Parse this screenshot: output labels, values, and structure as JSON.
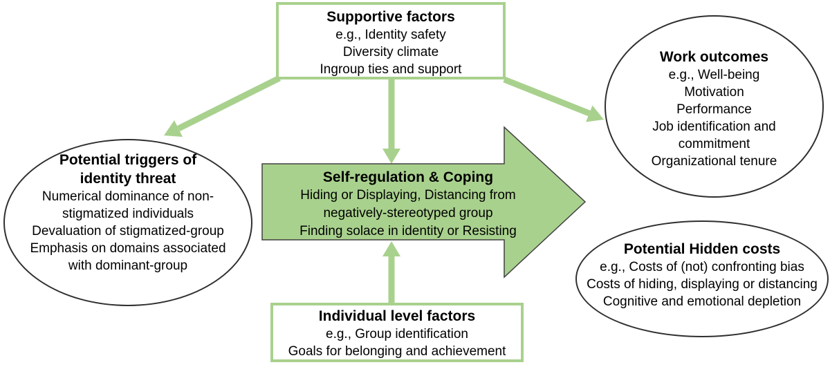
{
  "diagram": {
    "background": "#ffffff",
    "colors": {
      "connector_green": "#a9d18e",
      "node_border_green": "#a9d18e",
      "coping_arrow_fill": "#a9d18e",
      "coping_arrow_outline": "#404040",
      "ellipse_outline": "#2f2f2f",
      "text": "#000000"
    },
    "nodes": {
      "supportive_factors": {
        "title": "Supportive factors",
        "lines": [
          "e.g., Identity safety",
          "Diversity climate",
          "Ingroup ties and support"
        ]
      },
      "potential_triggers": {
        "title": "Potential triggers of identity threat",
        "lines": [
          "Numerical dominance of non-stigmatized individuals",
          "Devaluation of stigmatized-group",
          "Emphasis on domains associated with dominant-group"
        ]
      },
      "self_regulation_coping": {
        "title": "Self-regulation & Coping",
        "lines": [
          "Hiding or Displaying, Distancing from negatively-stereotyped group",
          "Finding solace in identity or Resisting"
        ]
      },
      "work_outcomes": {
        "title": "Work outcomes",
        "lines": [
          "e.g., Well-being",
          "Motivation",
          "Performance",
          "Job identification and commitment",
          "Organizational tenure"
        ]
      },
      "potential_hidden_costs": {
        "title": "Potential Hidden costs",
        "lines": [
          "e.g., Costs of (not) confronting bias",
          "Costs of hiding, displaying or distancing",
          "Cognitive and emotional depletion"
        ]
      },
      "individual_level_factors": {
        "title": "Individual level factors",
        "lines": [
          "e.g., Group identification",
          "Goals for belonging and achievement"
        ]
      }
    }
  }
}
